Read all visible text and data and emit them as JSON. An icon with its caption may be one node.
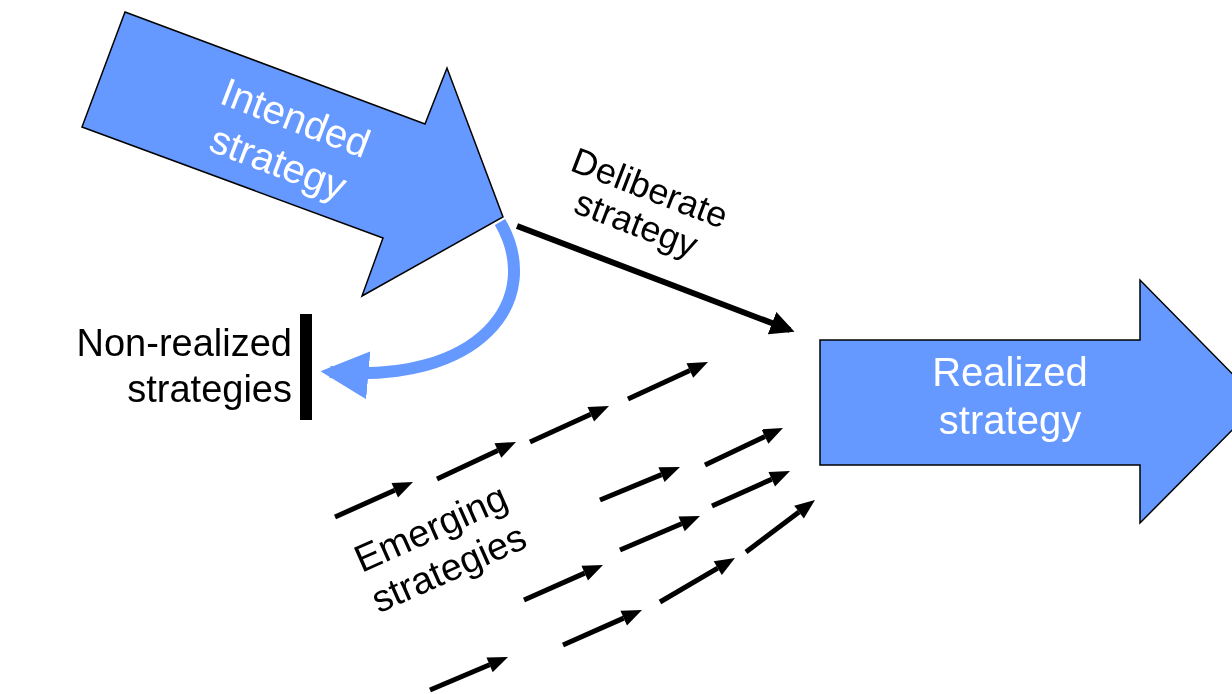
{
  "diagram": {
    "nodes": [
      {
        "text": [
          "Intended strategy"
        ]
      },
      {
        "text": [
          "Non-realized strategies"
        ]
      },
      {
        "text": [
          "Realized strategy"
        ]
      }
    ],
    "edges": [
      {
        "from": 0,
        "to": 1,
        "arrow": "to",
        "style": "thick",
        "color": "#6699ff"
      },
      {
        "from": 0,
        "to": 2,
        "arrow": "to",
        "label": "Deliberate strategy",
        "color": "#000000"
      }
    ],
    "labels": [
      "Emerging strategies"
    ]
  }
}
